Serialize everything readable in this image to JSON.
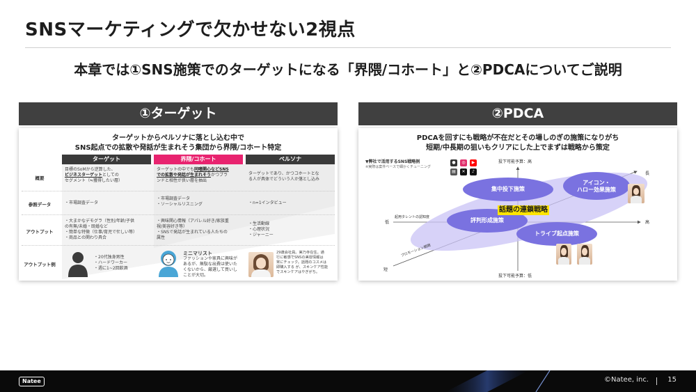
{
  "slide": {
    "title": "SNSマーケティングで欠かせない2視点",
    "subtitle": "本章では①SNS施策でのターゲットになる「界隈/コホート」と②PDCAについてご説明"
  },
  "left_panel": {
    "header": "①ターゲット",
    "heading_line1": "ターゲットからペルソナに落とし込む中で",
    "heading_line2": "SNS起点での拡散や発話が生まれそう集団から界隈/コホート特定",
    "columns": [
      "ターゲット",
      "界隈/コホート",
      "ペルソナ"
    ],
    "rows": [
      {
        "label": "概要",
        "target_plain": "目標のSoMから逆算した、",
        "target_bold": "ビジネスターゲット",
        "target_rest": "としての",
        "target_line3": "セグメント（≒獲得したい層）",
        "kai_line1_plain": "ターゲットの中でも",
        "kai_line1_bold": "同嗜関心などSNS",
        "kai_line2_bold": "での拡散や発話が生まれそう",
        "kai_line2_plain": "かつブラ",
        "kai_line3": "ンドと相性が良い層を抽出",
        "persona_line1": "ターゲットであり、かつコホートとな",
        "persona_line2": "る人が具体でどういう人か落とし込み"
      },
      {
        "label": "参照データ",
        "target": "・市場調査データ",
        "kai_line1": "・市場調査データ",
        "kai_line2": "・ソーシャルリスニング",
        "persona": "・n=1インタビュー"
      },
      {
        "label": "アウトプット",
        "target_line1": "・大まかなデモグラ（性別/年齢/子供",
        "target_line2": "の有無/未婚・既婚など",
        "target_line3": "・簡単な特徴（仕事/育児で忙しい等）",
        "target_line4": "・商品との関わり具合",
        "kai_line1": "・興味関心情報（アパレル好き/家族重",
        "kai_line2": "視/美容好き等）",
        "kai_line3": "・SNSで発話が生まれている人たちの",
        "kai_line4": "属性",
        "persona_line1": "・生活動線",
        "persona_line2": "・心理状況",
        "persona_line3": "・ジャーニー"
      },
      {
        "label": "アウトプット例",
        "target_line1": "・20代独身男性",
        "target_line2": "・ハードワーカー",
        "target_line3": "・週に1~2回飲酒",
        "kai_title": "ミニマリスト",
        "kai_line1": "ファッションや家具に興味が",
        "kai_line2": "あるが、無駄な出費は使いた",
        "kai_line3": "くないから、厳選して買いし",
        "kai_line4": "ことが大切。",
        "persona_line1": "29歳会社員。実乃寺在住。通",
        "persona_line2": "行に敏感でSNSの美容情報は",
        "persona_line3": "常にチェック。話題のコスメは",
        "persona_line4": "即購入する が、スキンケア性能",
        "persona_line5": "でスキンケアはやぎがち。"
      }
    ]
  },
  "right_panel": {
    "header": "②PDCA",
    "heading_line1": "PDCAを回すにも戦略が不在だとその場しのぎの施策になりがち",
    "heading_line2": "短期/中長期の狙いもクリアにした上でまずは戦略から策定",
    "case_label": "▼弊社で活用するSNS戦略例",
    "case_note": "※実際は案件ベースで細かくチューニング",
    "axis": {
      "top": "投下可能予算：高",
      "bottom": "投下可能予算：低",
      "left": "低",
      "right": "高",
      "long": "長",
      "short": "短",
      "talent_label": "起用タレントの認知度",
      "promo_label": "プロモーション期間"
    },
    "bubbles": [
      "集中投下施策",
      "アイコン・\nハロー効果施策",
      "評判形成施策",
      "トライブ起点施策"
    ],
    "center_label": "話題の連鎖戦略",
    "bubble_color": "#7a72e0",
    "ellipse_color": "#c9c3f5"
  },
  "footer": {
    "logo": "Natee",
    "copyright": "©Natee, inc.",
    "page": "15"
  }
}
